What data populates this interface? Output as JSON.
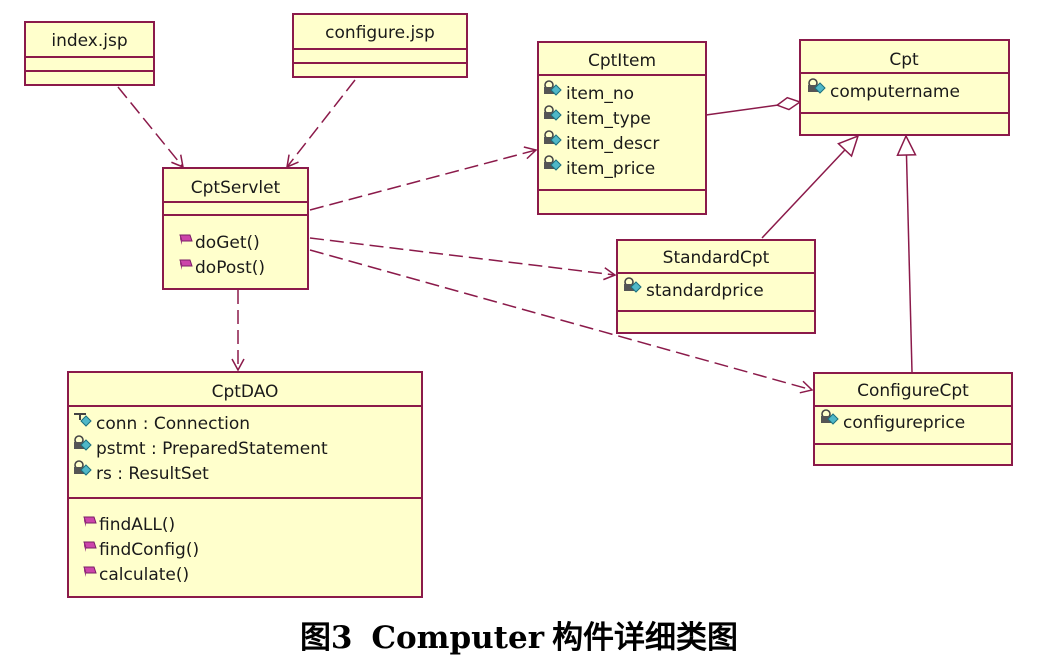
{
  "classes": {
    "index_jsp": {
      "name": "index.jsp",
      "attributes": [],
      "operations": []
    },
    "configure_jsp": {
      "name": "configure.jsp",
      "attributes": [],
      "operations": []
    },
    "cpt_item": {
      "name": "CptItem",
      "attributes": [
        "item_no",
        "item_type",
        "item_descr",
        "item_price"
      ],
      "operations": []
    },
    "cpt": {
      "name": "Cpt",
      "attributes": [
        "computername"
      ],
      "operations": []
    },
    "cpt_servlet": {
      "name": "CptServlet",
      "attributes": [],
      "operations": [
        "doGet()",
        "doPost()"
      ]
    },
    "standard_cpt": {
      "name": "StandardCpt",
      "attributes": [
        "standardprice"
      ],
      "operations": []
    },
    "cpt_dao": {
      "name": "CptDAO",
      "attributes": [
        "conn : Connection",
        "pstmt : PreparedStatement",
        "rs : ResultSet"
      ],
      "operations": [
        "findALL()",
        "findConfig()",
        "calculate()"
      ]
    },
    "configure_cpt": {
      "name": "ConfigureCpt",
      "attributes": [
        "configureprice"
      ],
      "operations": []
    }
  },
  "caption": {
    "label": "图3",
    "title": "Computer",
    "suffix": "构件详细类图"
  },
  "colors": {
    "box_fill": "#ffffcc",
    "border": "#8b1a4a",
    "attr_icon": "#4fb8c8",
    "op_icon": "#cc44aa"
  },
  "icons": {
    "attribute": "private-attribute-icon",
    "operation": "public-operation-icon"
  }
}
